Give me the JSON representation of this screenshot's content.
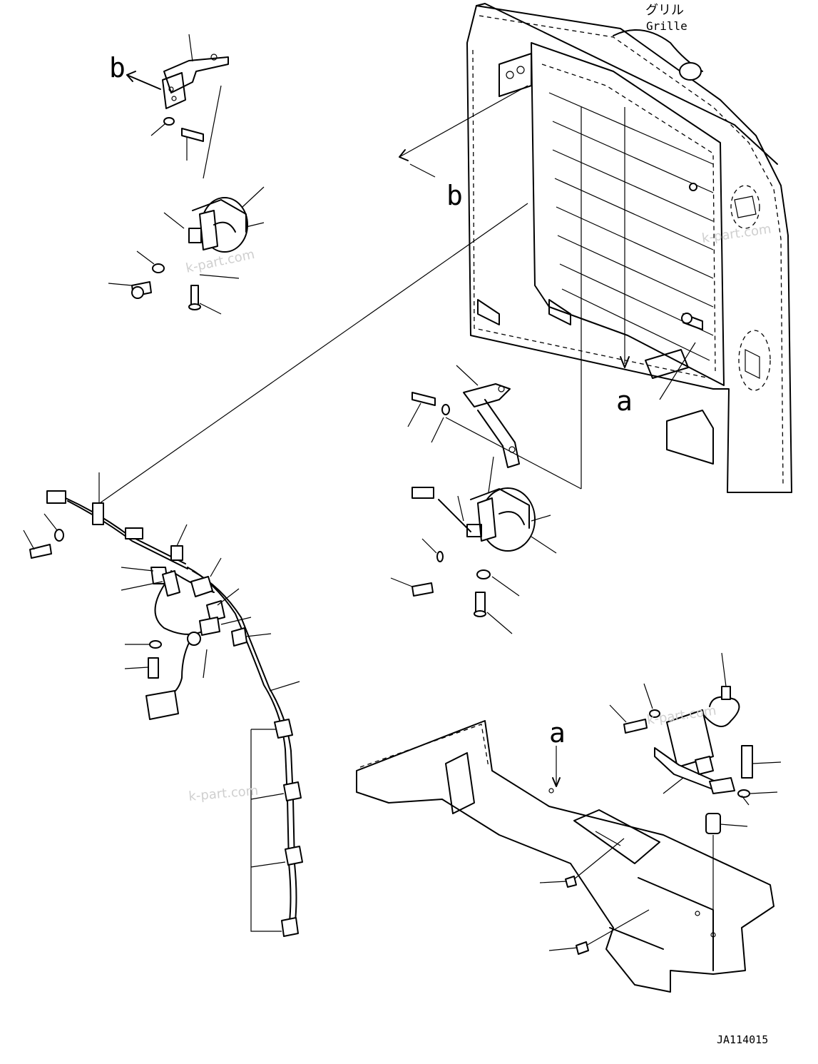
{
  "header": {
    "grille_label_jp": "グリル",
    "grille_label_en": "Grille"
  },
  "view_markers": {
    "b_upper_left": "b",
    "b_grille": "b",
    "a_grille": "a",
    "a_frame": "a"
  },
  "watermarks": [
    "k-part.com",
    "k-part.com",
    "k-part.com",
    "k-part.com"
  ],
  "drawing_number": "JA114015"
}
